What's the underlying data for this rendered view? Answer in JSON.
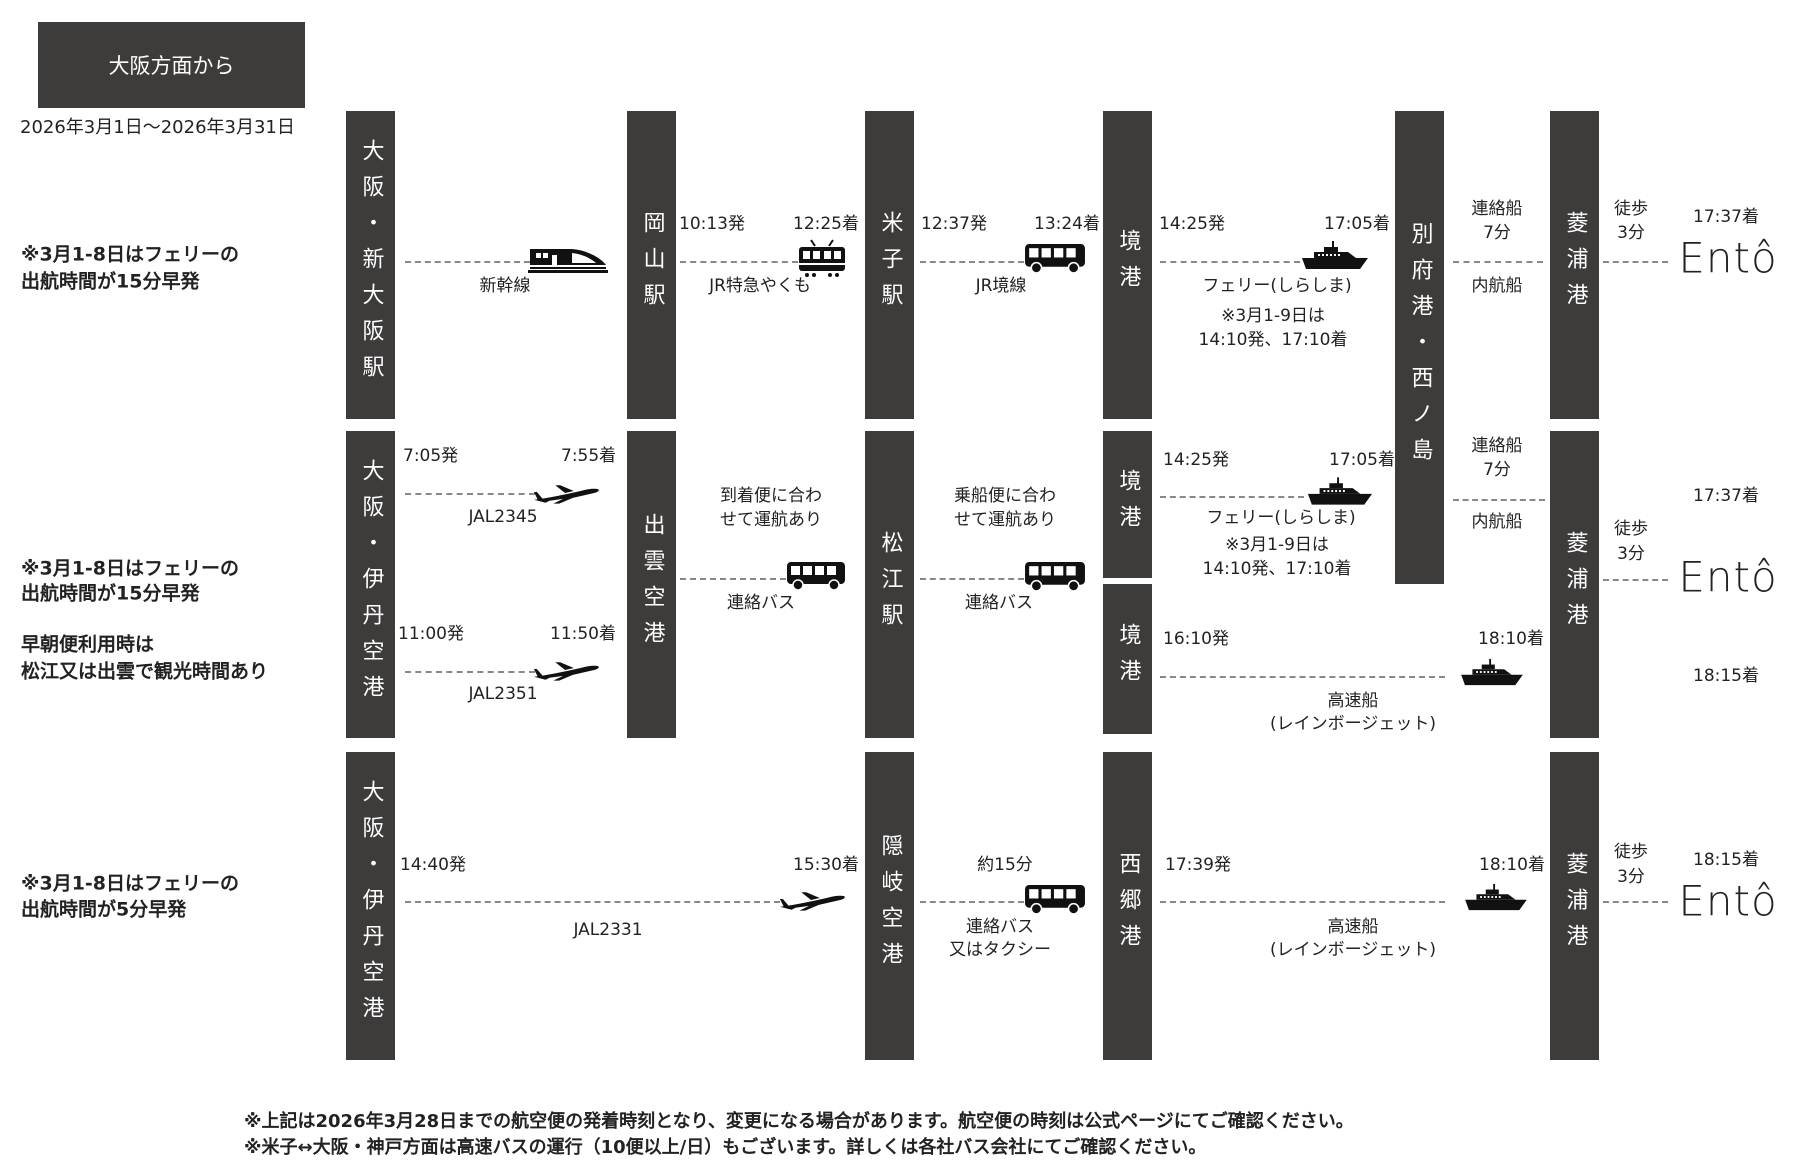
{
  "header": {
    "title": "大阪方面から",
    "date_range": "2026年3月1日〜2026年3月31日"
  },
  "stations": {
    "shin_osaka": "大阪・新大阪駅",
    "okayama": "岡山駅",
    "yonago": "米子駅",
    "sakaiminato": "境港",
    "beppu_nishinoshima": "別府港・西ノ島",
    "hishiura": "菱浦港",
    "itami": "大阪・伊丹空港",
    "izumo": "出雲空港",
    "matsue": "松江駅",
    "oki_airport": "隠岐空港",
    "saigo": "西郷港"
  },
  "destination": "Entô",
  "row1": {
    "note": [
      "※3月1-8日はフェリーの",
      "出航時間が15分早発"
    ],
    "shinkansen_label": "新幹線",
    "yakumo_dep": "10:13発",
    "yakumo_arr": "12:25着",
    "yakumo_label": "JR特急やくも",
    "sakai_line_dep": "12:37発",
    "sakai_line_arr": "13:24着",
    "sakai_line_label": "JR境線",
    "ferry_dep": "14:25発",
    "ferry_arr": "17:05着",
    "ferry_label": "フェリー(しらしま)",
    "ferry_note": [
      "※3月1-9日は",
      "14:10発、17:10着"
    ],
    "shuttle": [
      "連絡船",
      "7分"
    ],
    "shuttle_sub": "内航船",
    "walk": [
      "徒歩",
      "3分"
    ],
    "arrive": "17:37着"
  },
  "row2": {
    "note": [
      "※3月1-8日はフェリーの",
      "出航時間が15分早発",
      "早朝便利用時は",
      "松江又は出雲で観光時間あり"
    ],
    "flight1_dep": "7:05発",
    "flight1_arr": "7:55着",
    "flight1": "JAL2345",
    "flight2_dep": "11:00発",
    "flight2_arr": "11:50着",
    "flight2": "JAL2351",
    "izumo_bus_note": [
      "到着便に合わ",
      "せて運航あり"
    ],
    "izumo_bus": "連絡バス",
    "matsue_bus_note": [
      "乗船便に合わ",
      "せて運航あり"
    ],
    "matsue_bus": "連絡バス",
    "ferry_dep": "14:25発",
    "ferry_arr": "17:05着",
    "ferry_label": "フェリー(しらしま)",
    "ferry_note": [
      "※3月1-9日は",
      "14:10発、17:10着"
    ],
    "shuttle": [
      "連絡船",
      "7分"
    ],
    "shuttle_sub": "内航船",
    "jet_dep": "16:10発",
    "jet_arr": "18:10着",
    "jet_label": [
      "高速船",
      "(レインボージェット)"
    ],
    "walk": [
      "徒歩",
      "3分"
    ],
    "arrive1": "17:37着",
    "arrive2": "18:15着"
  },
  "row3": {
    "note": [
      "※3月1-8日はフェリーの",
      "出航時間が5分早発"
    ],
    "flight_dep": "14:40発",
    "flight_arr": "15:30着",
    "flight": "JAL2331",
    "bus_time": "約15分",
    "bus_label": [
      "連絡バス",
      "又はタクシー"
    ],
    "jet_dep": "17:39発",
    "jet_arr": "18:10着",
    "jet_label": [
      "高速船",
      "(レインボージェット)"
    ],
    "walk": [
      "徒歩",
      "3分"
    ],
    "arrive": "18:15着"
  },
  "footer": [
    "※上記は2026年3月28日までの航空便の発着時刻となり、変更になる場合があります。航空便の時刻は公式ページにてご確認ください。",
    "※米子↔大阪・神戸方面は高速バスの運行（10便以上/日）もございます。詳しくは各社バス会社にてご確認ください。"
  ],
  "colors": {
    "bar": "#3e3c3b",
    "dash": "#888888"
  }
}
